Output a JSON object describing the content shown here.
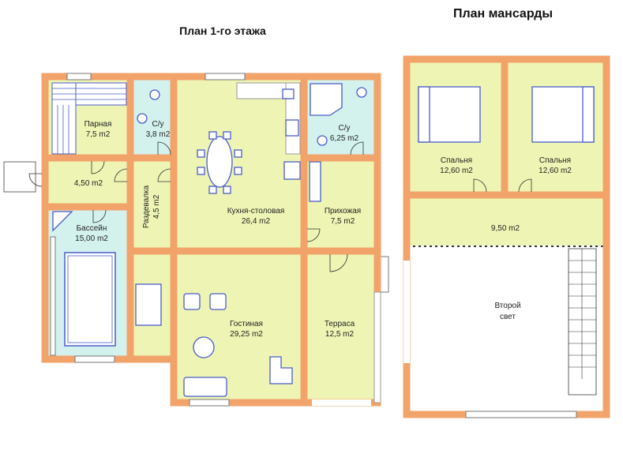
{
  "ground_floor": {
    "title": "План 1-го этажа",
    "rooms": [
      {
        "name": "Парная",
        "area": "7,5 m2"
      },
      {
        "name": "С/у",
        "area": "3,8 m2"
      },
      {
        "name": "",
        "area": "4,50 m2"
      },
      {
        "name": "Раздевалка",
        "area": "4,5 m2"
      },
      {
        "name": "Кухня-столовая",
        "area": "26,4 m2"
      },
      {
        "name": "С/у",
        "area": "6,25 m2"
      },
      {
        "name": "Прихожая",
        "area": "7,5 m2"
      },
      {
        "name": "Бассейн",
        "area": "15,00 m2"
      },
      {
        "name": "Гостиная",
        "area": "29,25 m2"
      },
      {
        "name": "Терраса",
        "area": "12,5 m2"
      }
    ]
  },
  "attic_floor": {
    "title": "План мансарды",
    "rooms": [
      {
        "name": "Спальня",
        "area": "12,60 m2"
      },
      {
        "name": "Спальня",
        "area": "12,60 m2"
      },
      {
        "name": "",
        "area": "9,50 m2"
      },
      {
        "name": "Второй",
        "area": "свет"
      }
    ]
  },
  "colors": {
    "wall": "#f2a36a",
    "dry_room": "#eef5b4",
    "wet_room": "#d3f2ee",
    "furniture": "#4a5cc8"
  }
}
